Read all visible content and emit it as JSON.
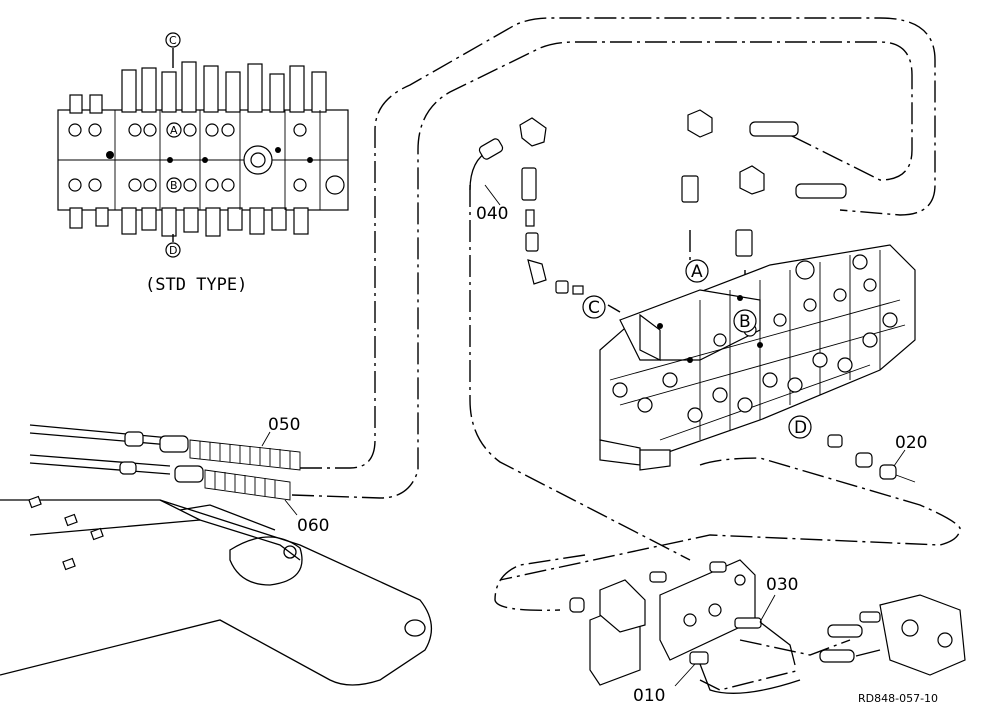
{
  "diagram": {
    "std_type_label": "(STD TYPE)",
    "drawing_code": "RD848-057-10",
    "part_numbers": {
      "p010": "010",
      "p020": "020",
      "p030": "030",
      "p040": "040",
      "p050": "050",
      "p060": "060"
    },
    "ports": {
      "a": "A",
      "b": "B",
      "c": "C",
      "d": "D"
    }
  }
}
